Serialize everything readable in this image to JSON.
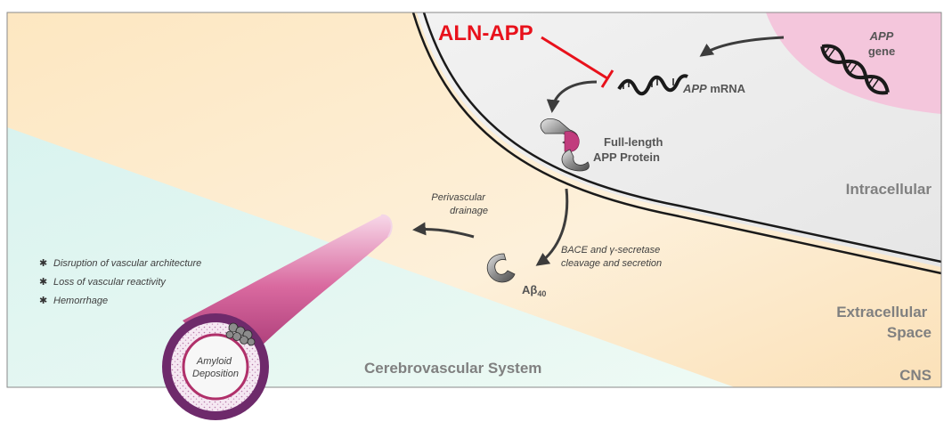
{
  "drug": {
    "name": "ALN-APP"
  },
  "gene": {
    "line1": "APP",
    "line2": "gene"
  },
  "mrna": {
    "italic": "APP",
    "rest": " mRNA"
  },
  "protein": {
    "line1": "Full-length",
    "line2": "APP Protein"
  },
  "secretase": {
    "line1": "BACE and γ-secretase",
    "line2": "cleavage and secretion"
  },
  "abeta": {
    "base": "Aβ",
    "sub": "40"
  },
  "drainage": {
    "line1": "Perivascular",
    "line2": "drainage"
  },
  "effects": [
    "Disruption of vascular architecture",
    "Loss of vascular reactivity",
    "Hemorrhage"
  ],
  "vessel": {
    "line1": "Amyloid",
    "line2": "Deposition"
  },
  "regions": {
    "intracellular": "Intracellular",
    "extracellular_line1": "Extracellular",
    "extracellular_line2": "Space",
    "cns": "CNS",
    "cerebrovascular": "Cerebrovascular System"
  },
  "colors": {
    "extracellular": "#fde9c5",
    "cerebrovascular": "#e2f7f0",
    "intracellular": "#eeeeee",
    "nucleus": "#f3c3da",
    "drug_red": "#e8111b",
    "vessel_purple": "#6e2a6b",
    "vessel_pink": "#c04b88"
  }
}
